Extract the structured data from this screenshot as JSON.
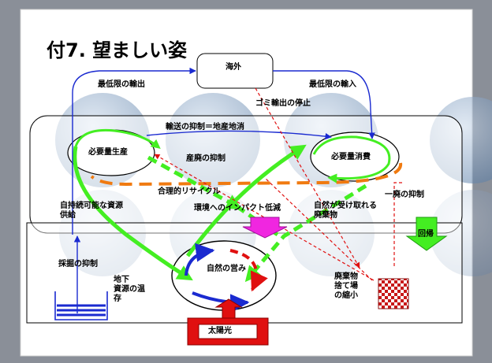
{
  "title": "付7. 望ましい姿",
  "nodes": {
    "overseas": "海外",
    "production": "必要量生産",
    "consumption": "必要量消費",
    "nature": "自然の営み",
    "landfill": "廃棄物\n捨て場\nの縮小",
    "underground": "地下\n資源の温\n存",
    "sunlight": "太陽光"
  },
  "labels": {
    "min_export": "最低限の輸出",
    "min_import": "最低限の輸入",
    "stop_waste_export": "ゴミ輸出の停止",
    "transport": "輸送の抑制＝地産地消",
    "waste_suppress_1": "産廃の抑制",
    "recycle": "合理的リサイクル",
    "waste_suppress_2": "一廃の抑制",
    "sustainable_supply": "自持続可能な資源\n供給",
    "impact": "環境へのインパクト低減",
    "acceptable_waste": "自然が受け取れる\n廃棄物",
    "return": "回帰",
    "mining": "採掘の抑制"
  },
  "colors": {
    "green": "#44ee22",
    "blue": "#1a2ad0",
    "red": "#e01010",
    "orange": "#f07a10",
    "magenta": "#f026e0"
  }
}
